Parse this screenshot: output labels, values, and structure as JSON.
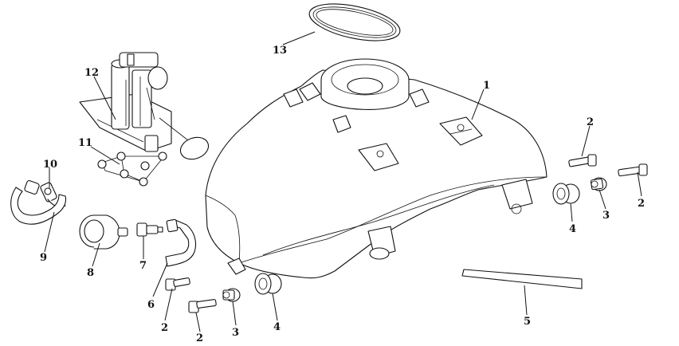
{
  "callouts": {
    "c1": "1",
    "c2a": "2",
    "c2b": "2",
    "c2c": "2",
    "c2d": "2",
    "c3a": "3",
    "c3b": "3",
    "c4a": "4",
    "c4b": "4",
    "c5": "5",
    "c6": "6",
    "c7": "7",
    "c8": "8",
    "c9": "9",
    "c10": "10",
    "c11": "11",
    "c12": "12",
    "c13": "13"
  },
  "colors": {
    "line": "#111111",
    "background": "#ffffff"
  }
}
